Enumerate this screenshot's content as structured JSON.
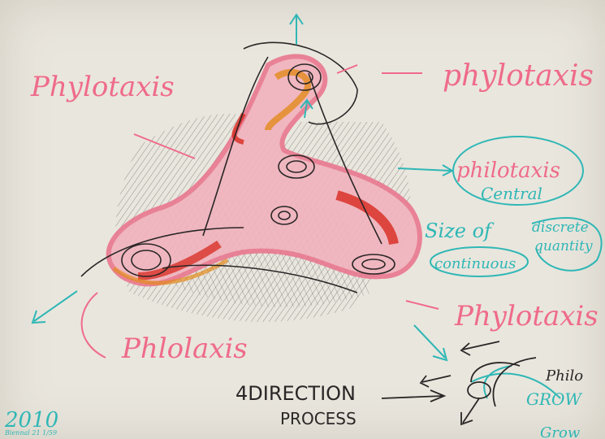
{
  "labels": {
    "top_left": "Phylotaxis",
    "top_right": "phylotaxis",
    "right_upper": "philotaxis",
    "central": "Central",
    "size_of": "Size of",
    "continuous": "continuous",
    "discrete": "discrete",
    "quantity": "quantity",
    "right_lower": "Phylotaxis",
    "bottom_left": "Phlolaxis",
    "direction": "4DIRECTION",
    "process": "PROCESS",
    "philo": "Philo",
    "grow": "GROW",
    "grow_bottom": "Grow",
    "year": "2010",
    "signature": "Biennal 21  1/59"
  },
  "colors": {
    "paper": "#e9e6de",
    "pink": "#ef6b8a",
    "teal": "#2fb7b5",
    "ink": "#2a2626",
    "red": "#d8281e",
    "orange": "#e38a1c"
  }
}
